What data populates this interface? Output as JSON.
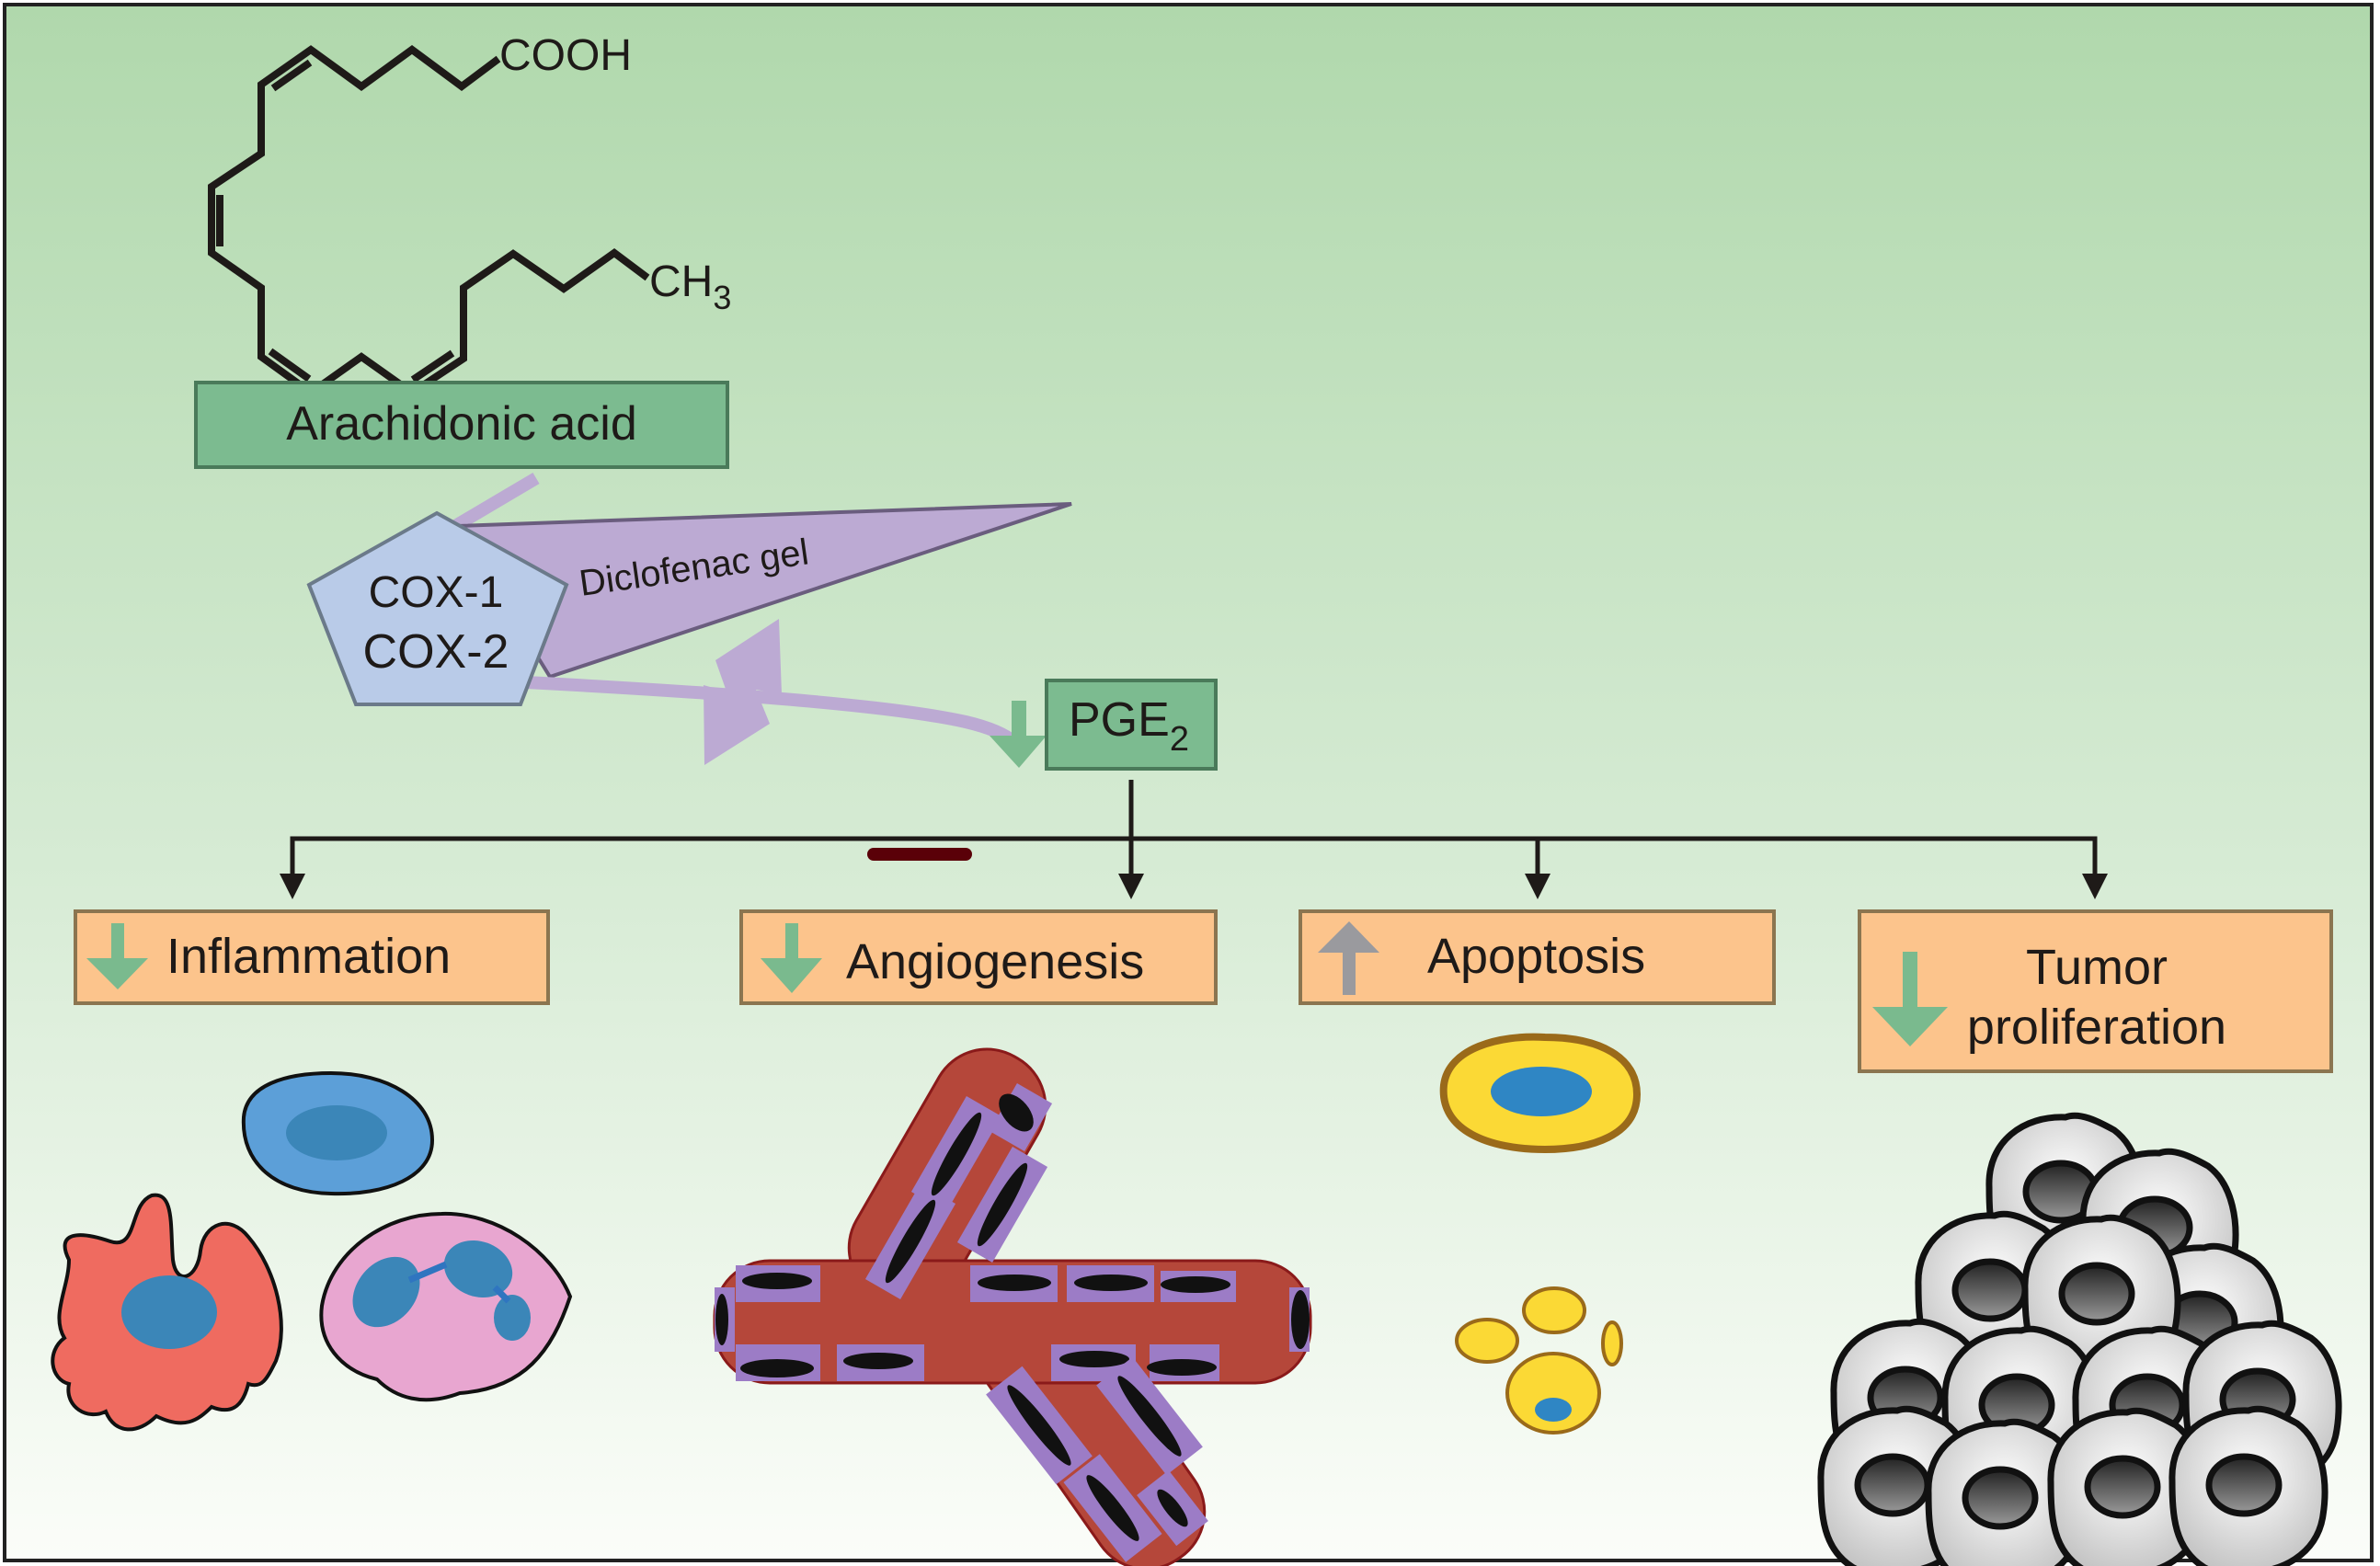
{
  "figure": {
    "description": "Mechanism of diclofenac gel: COX-1/COX-2 inhibition reduces PGE2 and downstream tumor-promoting effects",
    "colors": {
      "background_top": "#b0d8ac",
      "background_bottom": "#fbfdf9",
      "green_box": "#7cbb90",
      "green_box_border": "#4a7a5a",
      "cox_fill": "#b9cbe8",
      "cox_border": "#6b7a8a",
      "drug_fill": "#bcaad3",
      "drug_border": "#6a5d7e",
      "orange_box": "#fcc48c",
      "orange_box_border": "#8b7550",
      "decrease_arrow": "#7aba8e",
      "increase_arrow": "#9a9a9e",
      "inhibitor_bar": "#5a0008",
      "line": "#1e1a18"
    }
  },
  "molecule": {
    "name": "Arachidonic acid structure",
    "carboxyl_label": "COOH",
    "methyl_label": "CH",
    "methyl_subscript": "3"
  },
  "nodes": {
    "substrate": {
      "label": "Arachidonic acid"
    },
    "enzyme": {
      "line1": "COX-1",
      "line2": "COX-2"
    },
    "drug": {
      "label": "Diclofenac gel"
    },
    "product": {
      "label": "PGE",
      "subscript": "2",
      "effect": "decrease"
    }
  },
  "outcomes": [
    {
      "label": "Inflammation",
      "direction": "decrease",
      "icon": "down-arrow-icon",
      "illustration": "immune cells (macrophage, lymphocyte, neutrophil)"
    },
    {
      "label": "Angiogenesis",
      "direction": "decrease",
      "icon": "down-arrow-icon",
      "illustration": "branching blood vessel with endothelial cells"
    },
    {
      "label": "Apoptosis",
      "direction": "increase",
      "icon": "up-arrow-icon",
      "illustration": "intact cell and fragmented apoptotic bodies"
    },
    {
      "label_line1": "Tumor",
      "label_line2": "proliferation",
      "direction": "decrease",
      "icon": "down-arrow-icon",
      "illustration": "cluster of tumor cells"
    }
  ]
}
